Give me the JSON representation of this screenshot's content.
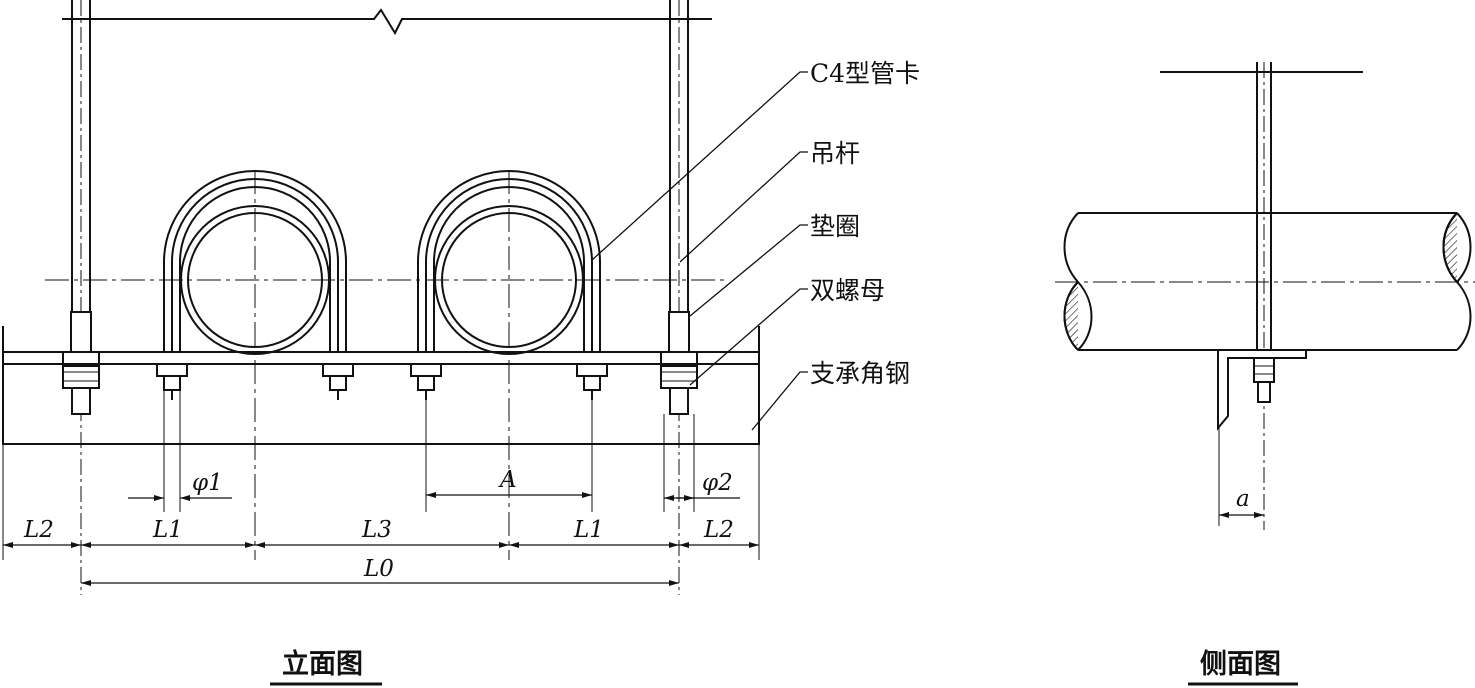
{
  "views": {
    "front_caption": "立面图",
    "side_caption": "侧面图"
  },
  "callouts": {
    "clamp": "C4型管卡",
    "hanger_rod": "吊杆",
    "washer": "垫圈",
    "double_nut": "双螺母",
    "support_angle": "支承角钢"
  },
  "dimensions": {
    "L0": "L0",
    "L1_left": "L1",
    "L1_right": "L1",
    "L2_left": "L2",
    "L2_right": "L2",
    "L3": "L3",
    "A": "A",
    "phi1": "φ1",
    "phi2": "φ2",
    "a": "a"
  }
}
